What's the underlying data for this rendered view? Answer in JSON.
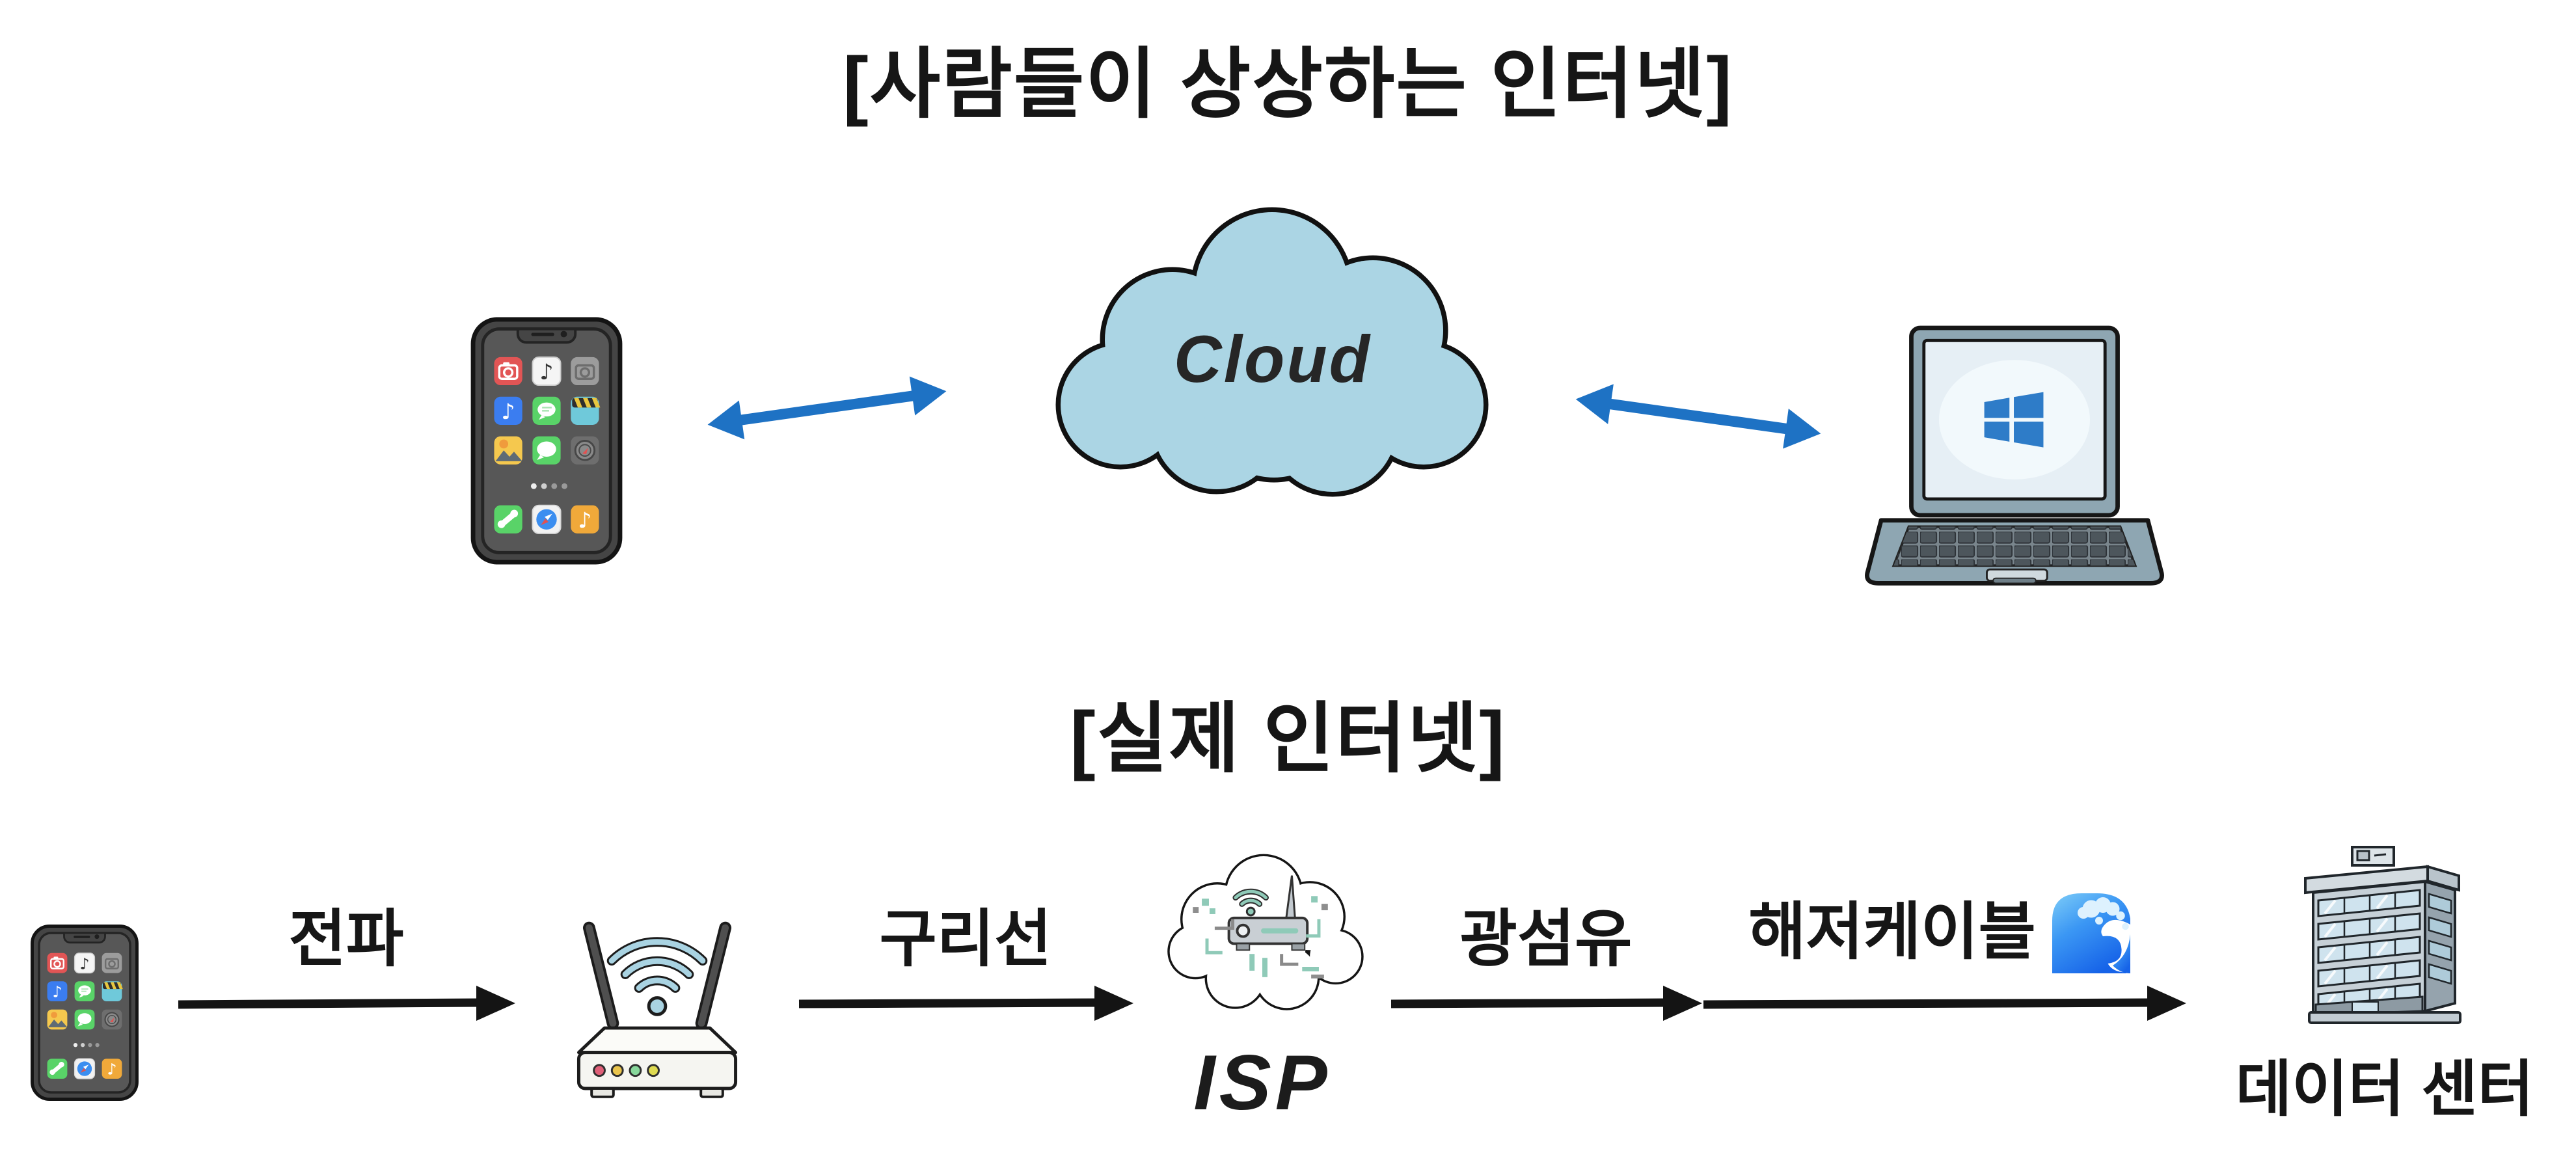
{
  "top_section": {
    "title": "[사람들이 상상하는 인터넷]",
    "cloud_label": "Cloud",
    "left_device": "smartphone",
    "right_device": "windows-laptop"
  },
  "bottom_section": {
    "title": "[실제 인터넷]",
    "isp_label": "ISP",
    "datacenter_label": "데이터 센터",
    "links": [
      {
        "label": "전파"
      },
      {
        "label": "구리선"
      },
      {
        "label": "광섬유"
      },
      {
        "label": "해저케이블",
        "emoji": "ocean-wave"
      }
    ],
    "nodes": [
      "smartphone",
      "wifi-router",
      "isp-cloud",
      "data-center-building"
    ]
  },
  "icons": {
    "smartphone": "smartphone-icon",
    "cloud": "cloud-icon",
    "laptop": "windows-laptop-icon",
    "windows_logo": "windows-logo-icon",
    "router": "wifi-router-icon",
    "isp": "isp-cloud-icon",
    "building": "datacenter-building-icon",
    "wave": "ocean-wave-icon",
    "blue_arrow": "blue-double-arrow-icon",
    "black_arrow": "black-arrow-icon"
  },
  "colors": {
    "background": "#ffffff",
    "cloud_fill": "#abd5e4",
    "arrow_blue": "#1e72c4",
    "arrow_black": "#141414",
    "teal_accent": "#8fcab8",
    "windows_blue": "#2e7cc8",
    "wave_blue": "#1663e8",
    "text": "#161616"
  }
}
